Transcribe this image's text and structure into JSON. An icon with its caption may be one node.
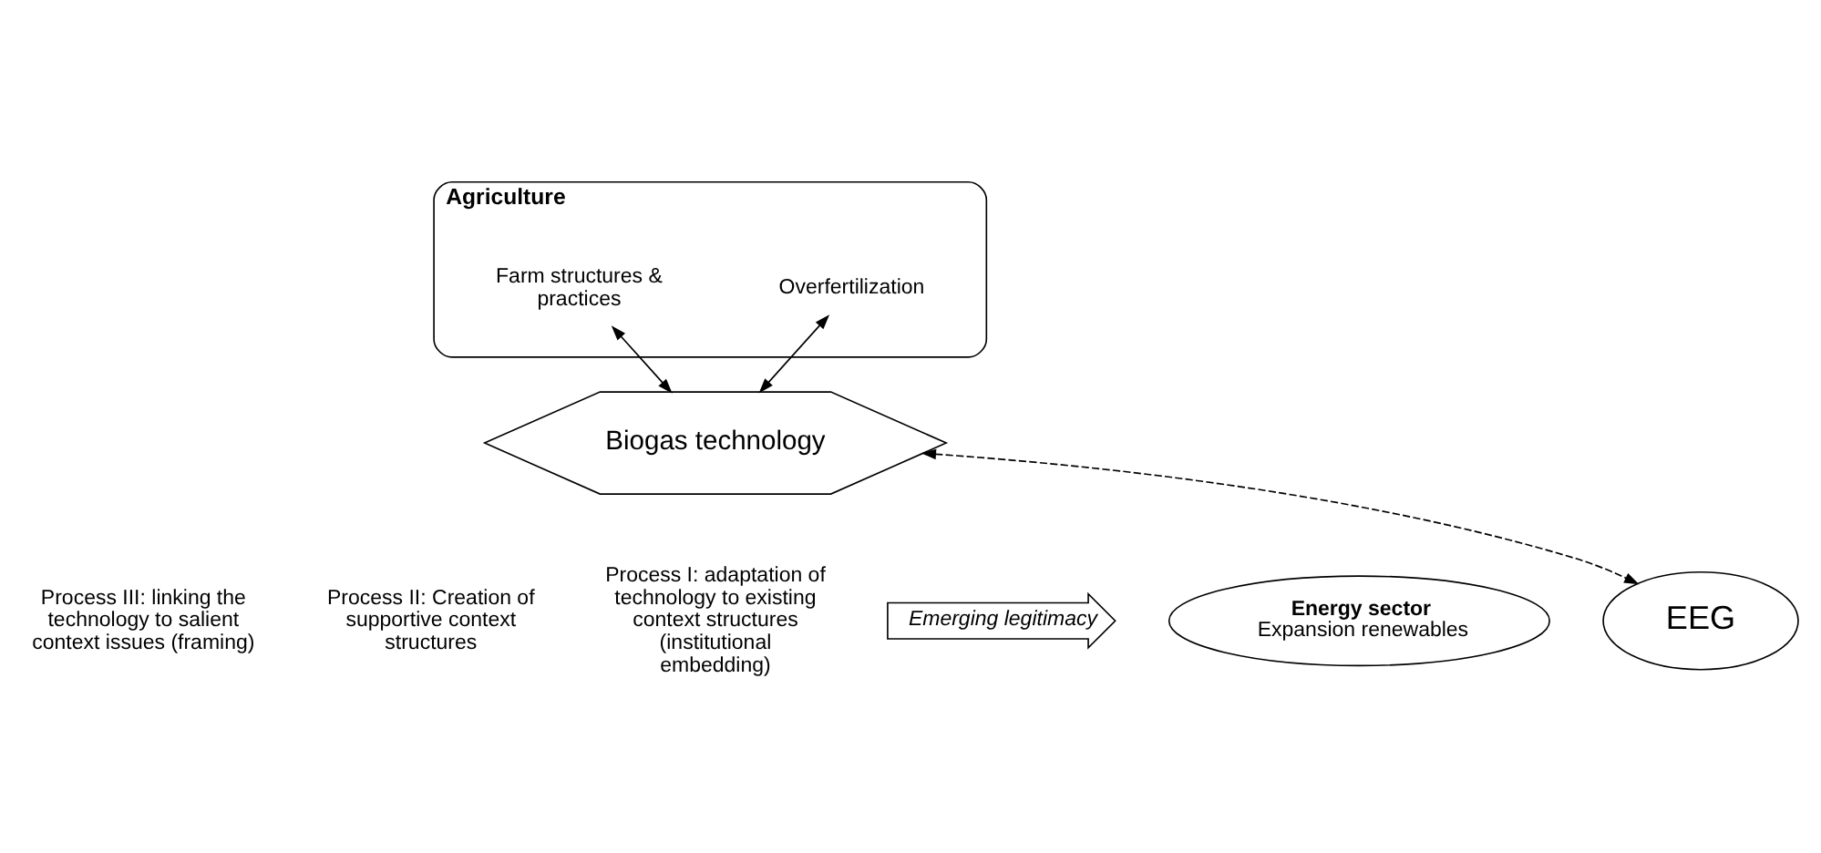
{
  "diagram": {
    "nodes": [
      {
        "text": [
          "Agriculture"
        ]
      },
      {
        "text": [
          "Overfertilization"
        ],
        "in": 0
      },
      {
        "text": [
          "Farm structures & practices"
        ],
        "in": 0
      },
      {
        "text": [
          "Energy sector",
          "Expansion renewables"
        ]
      },
      {
        "text": [
          "EEG"
        ]
      },
      {
        "text": [
          "Biogas technology"
        ]
      }
    ],
    "edges": [
      {
        "from": 1,
        "to": 5,
        "arrow": "both"
      },
      {
        "from": 2,
        "to": 5,
        "arrow": "both"
      },
      {
        "from": 5,
        "to": 4,
        "arrow": "both",
        "style": "dashed"
      }
    ],
    "labels": [
      "Process III: linking the technology to salient context issues (framing)",
      "Process II: Creation of supportive context structures",
      "Process I: adaptation of technology to existing context structures (institutional embedding)"
    ],
    "legend": [
      {
        "text": "Emerging legitimacy"
      }
    ]
  }
}
